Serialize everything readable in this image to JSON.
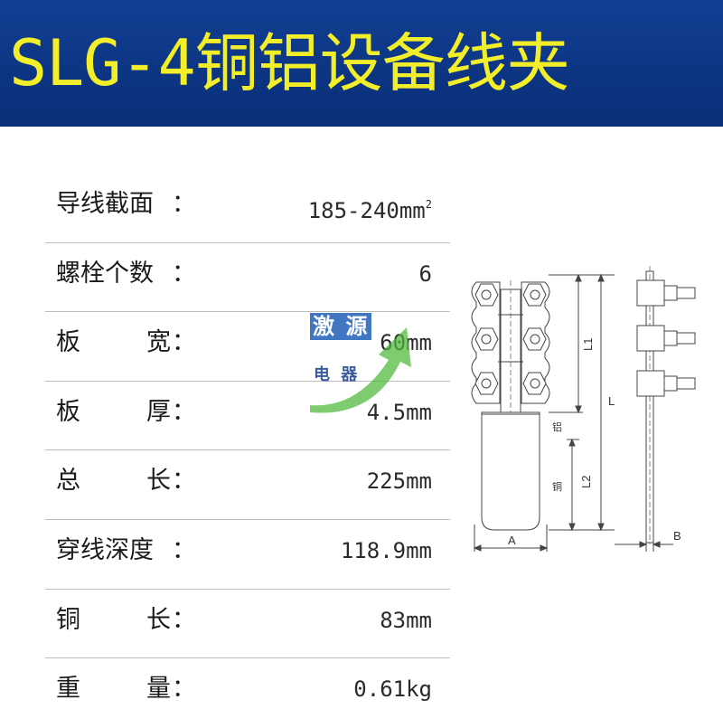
{
  "banner": {
    "title": "SLG-4铜铝设备线夹",
    "background": "#0d3584",
    "title_color": "#f3ee2a"
  },
  "specs": [
    {
      "label": "导线截面",
      "c1": "",
      "c2": "",
      "colon": "：",
      "value": "185-240",
      "unit": "mm",
      "sup": "2"
    },
    {
      "label": "螺栓个数",
      "c1": "",
      "c2": "",
      "colon": "：",
      "value": "6",
      "unit": "",
      "sup": ""
    },
    {
      "label": "",
      "c1": "板",
      "c2": "宽",
      "colon": "：",
      "value": "60",
      "unit": "mm",
      "sup": ""
    },
    {
      "label": "",
      "c1": "板",
      "c2": "厚",
      "colon": "：",
      "value": "4.5",
      "unit": "mm",
      "sup": ""
    },
    {
      "label": "",
      "c1": "总",
      "c2": "长",
      "colon": "：",
      "value": "225",
      "unit": "mm",
      "sup": ""
    },
    {
      "label": "穿线深度",
      "c1": "",
      "c2": "",
      "colon": "：",
      "value": "118.9",
      "unit": "mm",
      "sup": ""
    },
    {
      "label": "",
      "c1": "铜",
      "c2": "长",
      "colon": "：",
      "value": "83",
      "unit": "mm",
      "sup": ""
    },
    {
      "label": "",
      "c1": "重",
      "c2": "量",
      "colon": "：",
      "value": "0.61",
      "unit": "kg",
      "sup": ""
    }
  ],
  "diagram": {
    "labels": {
      "A": "A",
      "B": "B",
      "L": "L",
      "L1": "L1",
      "L2": "L2",
      "al": "铝",
      "cu": "铜"
    }
  },
  "watermark": {
    "line1": "激 源",
    "line2": "电 器",
    "icon": "green-arrow-icon"
  }
}
